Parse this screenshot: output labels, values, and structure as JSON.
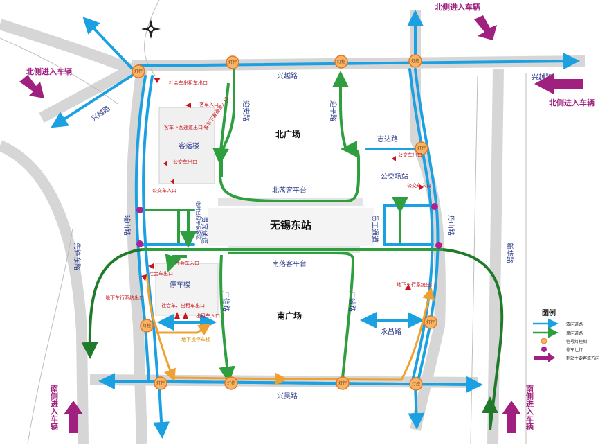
{
  "roads": {
    "xingyue_top": "兴越路",
    "xingyue_right": "兴越路",
    "xingyue_left": "兴越路",
    "xingwu": "兴吴路",
    "yingan": "迎安路",
    "yingping": "迎平路",
    "zhida": "志达路",
    "cuishan": "璀山路",
    "xianfeng_east": "先锋东路",
    "danshan": "丹山路",
    "xinhua": "新华路",
    "guangxin": "广信路",
    "guangcheng": "广诚路",
    "yongchang": "永昌路"
  },
  "areas": {
    "north_plaza": "北广场",
    "south_plaza": "南广场",
    "station": "无锡东站",
    "north_platform": "北落客平台",
    "south_platform": "南落客平台",
    "bus_terminal": "公交场站",
    "coach_building": "客运楼",
    "parking_building": "停车楼",
    "vip_channel": "贵宾通道",
    "taxi_waiting": "临时出租车候客区",
    "staff_channel": "员工通道",
    "underground_parking": "地下换停车楼"
  },
  "annotations": {
    "social_taxi_exit_top": "社会车出租车出口",
    "coach_entrance": "客车入口",
    "coach_lane_exit": "客车下客通道出口",
    "bus_exit_left": "公交车出口",
    "bus_entrance_left": "公交车入口",
    "coach_lane_entrance": "客车下客通道入口",
    "bus_exit_right": "公交车出口",
    "bus_entrance_right": "公交车入口",
    "social_entrance": "社会车入口",
    "social_exit": "社会车出口",
    "underground_exit_left": "地下车行系统出口",
    "social_taxi_exit": "社会车、出租车出口",
    "taxi_entrance": "出租车入口",
    "underground_exit_right": "地下车行系统出口"
  },
  "entries": {
    "north_top": "北侧进入车辆",
    "north_left": "北侧进入车辆",
    "north_right": "北侧进入车辆",
    "south_left": "南侧进入车辆",
    "south_right": "南侧进入车辆"
  },
  "signal_label": "灯控",
  "legend": {
    "title": "图例",
    "two_way": "双向道路",
    "one_way": "单向道路",
    "signal": "信号灯控制",
    "stop_yield": "停车让行",
    "main_flow": "到站主要客流方向"
  },
  "colors": {
    "two_way_blue": "#1ba1e2",
    "one_way_green": "#2e9e3e",
    "signal_orange": "#f0a040",
    "stop_magenta": "#b0208f",
    "flow_purple": "#a0207f",
    "underground_orange": "#f0a030",
    "ring_green": "#1f7a2a",
    "annotation_red": "#c8161d"
  }
}
